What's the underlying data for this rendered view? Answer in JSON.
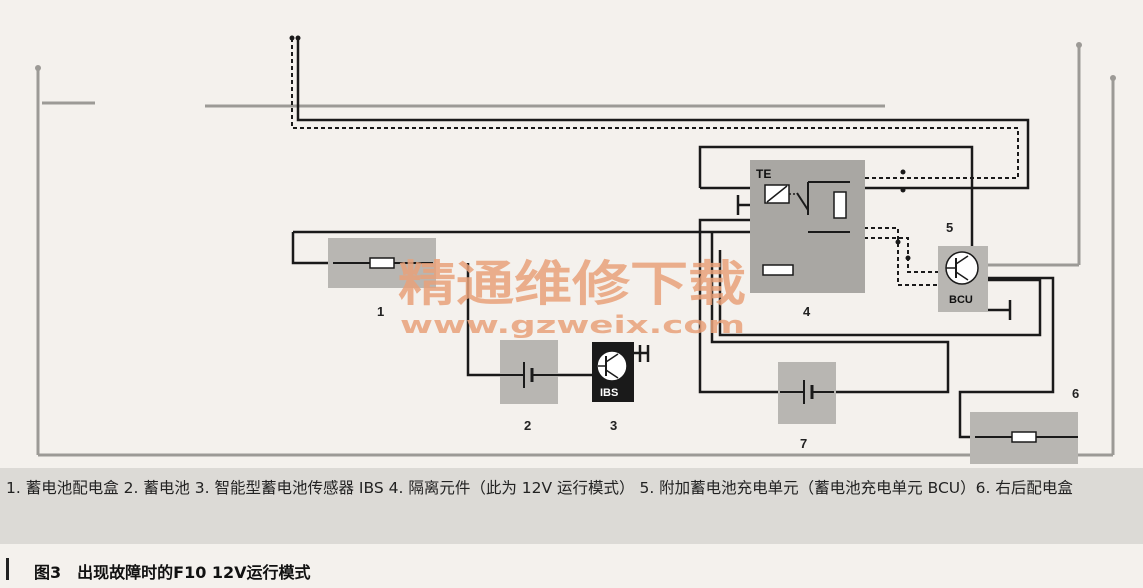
{
  "components": {
    "relay_label": "TE",
    "ibs_label": "IBS",
    "bcu_label": "BCU",
    "numbers": [
      "1",
      "2",
      "3",
      "4",
      "5",
      "6",
      "7"
    ]
  },
  "watermark": {
    "text_cn": "精通维修下载",
    "url": "www.gzweix.com",
    "color": "#e9a27a"
  },
  "legend": {
    "text": "1. 蓄电池配电盒  2. 蓄电池  3. 智能型蓄电池传感器 IBS  4. 隔离元件（此为 12V 运行模式） 5. 附加蓄电池充电单元（蓄电池充电单元 BCU）6. 右后配电盒"
  },
  "caption": {
    "text": "图3　出现故障时的F10 12V运行模式"
  },
  "colors": {
    "wire": "#1a1a1a",
    "component_fill": "#b8b6b2",
    "relay_fill": "#a9a7a3",
    "background": "#f4f1ed",
    "legend_bg": "#dcdad6"
  }
}
